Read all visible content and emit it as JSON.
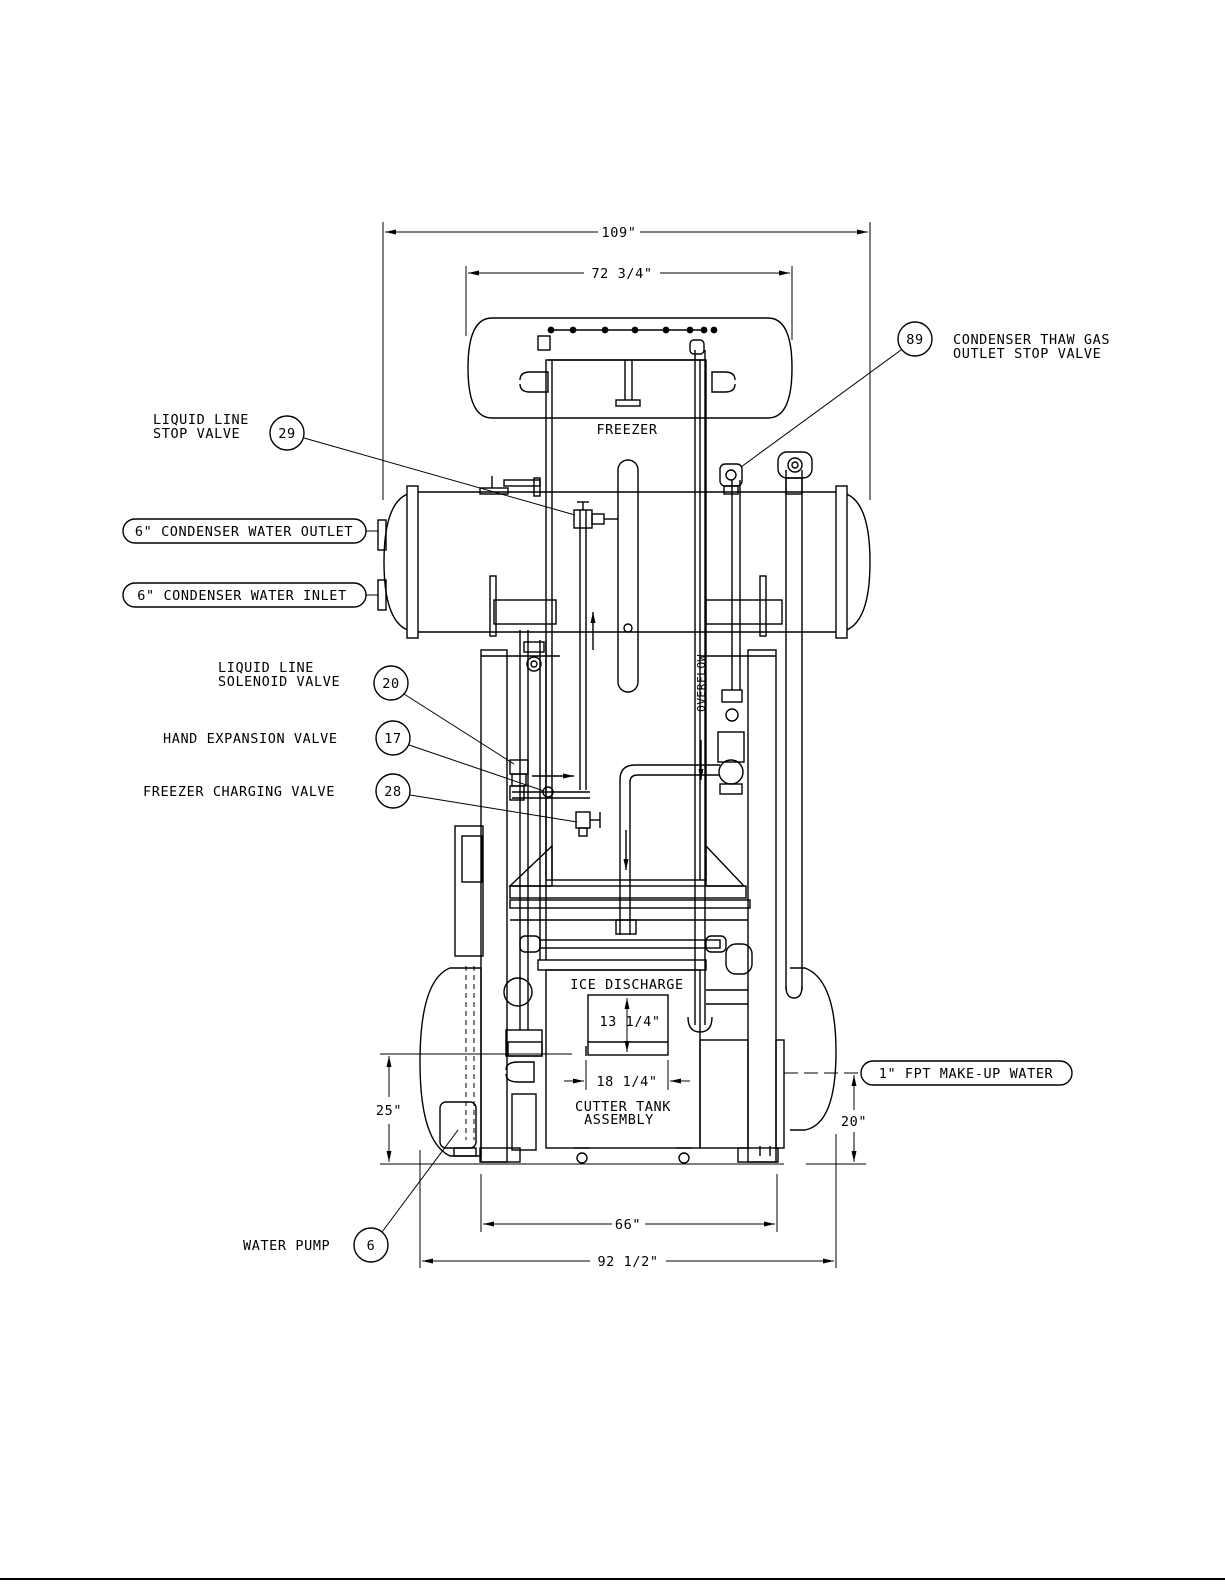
{
  "dimensions": {
    "overall_width": "109\"",
    "condenser_width": "72 3/4\"",
    "base_width": "66\"",
    "footprint_width": "92 1/2\"",
    "left_height": "25\"",
    "right_height": "20\"",
    "ice_discharge_height": "13 1/4\"",
    "ice_discharge_width": "18 1/4\""
  },
  "labels": {
    "freezer": "FREEZER",
    "overflow": "OVERFLOW",
    "ice_discharge": "ICE DISCHARGE",
    "cutter_tank_line1": "CUTTER TANK",
    "cutter_tank_line2": "ASSEMBLY"
  },
  "callouts": [
    {
      "number": "29",
      "lines": [
        "LIQUID LINE",
        "STOP VALVE"
      ]
    },
    {
      "number": "89",
      "lines": [
        "CONDENSER THAW GAS",
        "OUTLET STOP VALVE"
      ]
    },
    {
      "number": "20",
      "lines": [
        "LIQUID LINE",
        "SOLENOID VALVE"
      ]
    },
    {
      "number": "17",
      "lines": [
        "HAND EXPANSION VALVE"
      ]
    },
    {
      "number": "28",
      "lines": [
        "FREEZER CHARGING VALVE"
      ]
    },
    {
      "number": "6",
      "lines": [
        "WATER PUMP"
      ]
    }
  ],
  "connections": {
    "water_outlet": "6\" CONDENSER WATER OUTLET",
    "water_inlet": "6\" CONDENSER WATER INLET",
    "makeup_water": "1\" FPT MAKE-UP WATER"
  }
}
